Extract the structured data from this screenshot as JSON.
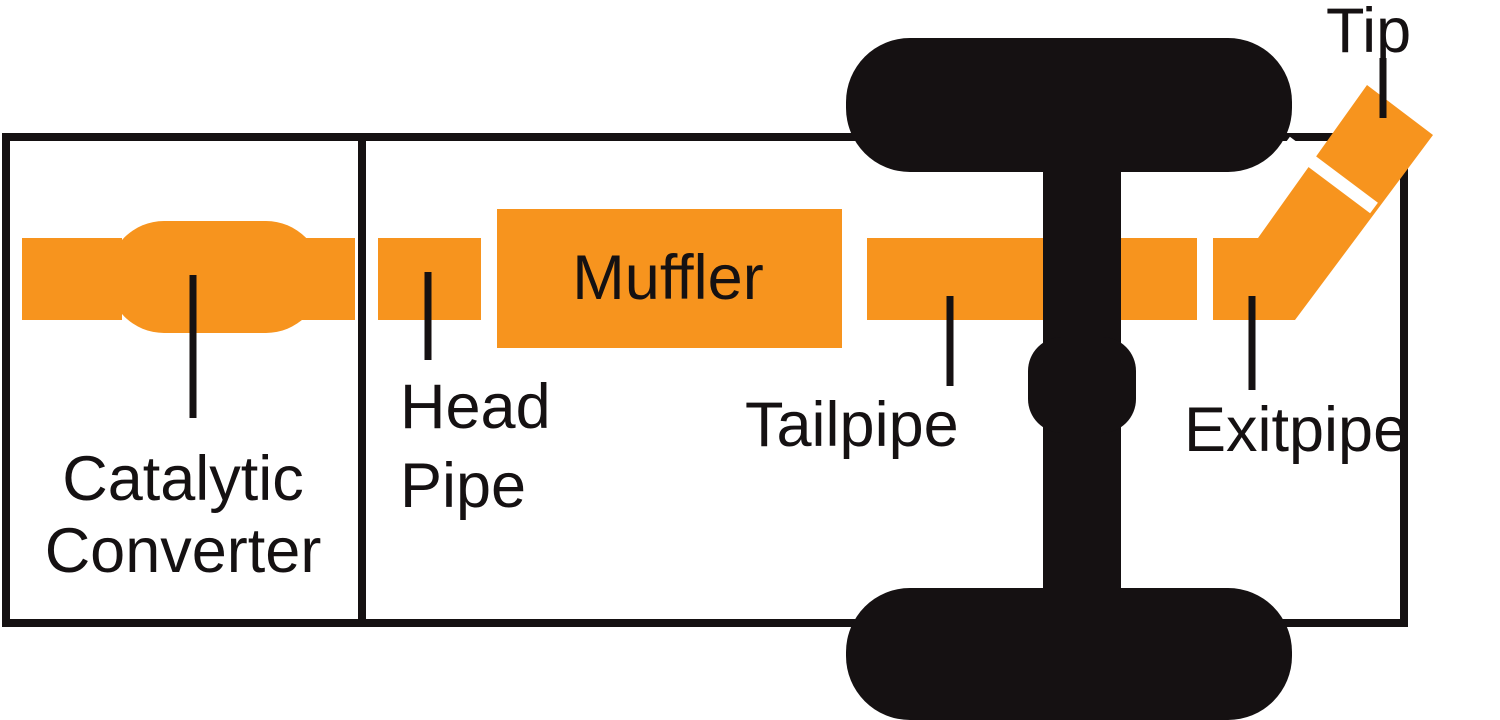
{
  "colors": {
    "pipe": "#F7941E",
    "ink": "#151112",
    "background": "#FFFFFF"
  },
  "labels": {
    "catalytic_converter": [
      "Catalytic",
      "Converter"
    ],
    "head_pipe": [
      "Head",
      "Pipe"
    ],
    "muffler": "Muffler",
    "tailpipe": "Tailpipe",
    "exitpipe": "Exitpipe",
    "tip": "Tip"
  }
}
